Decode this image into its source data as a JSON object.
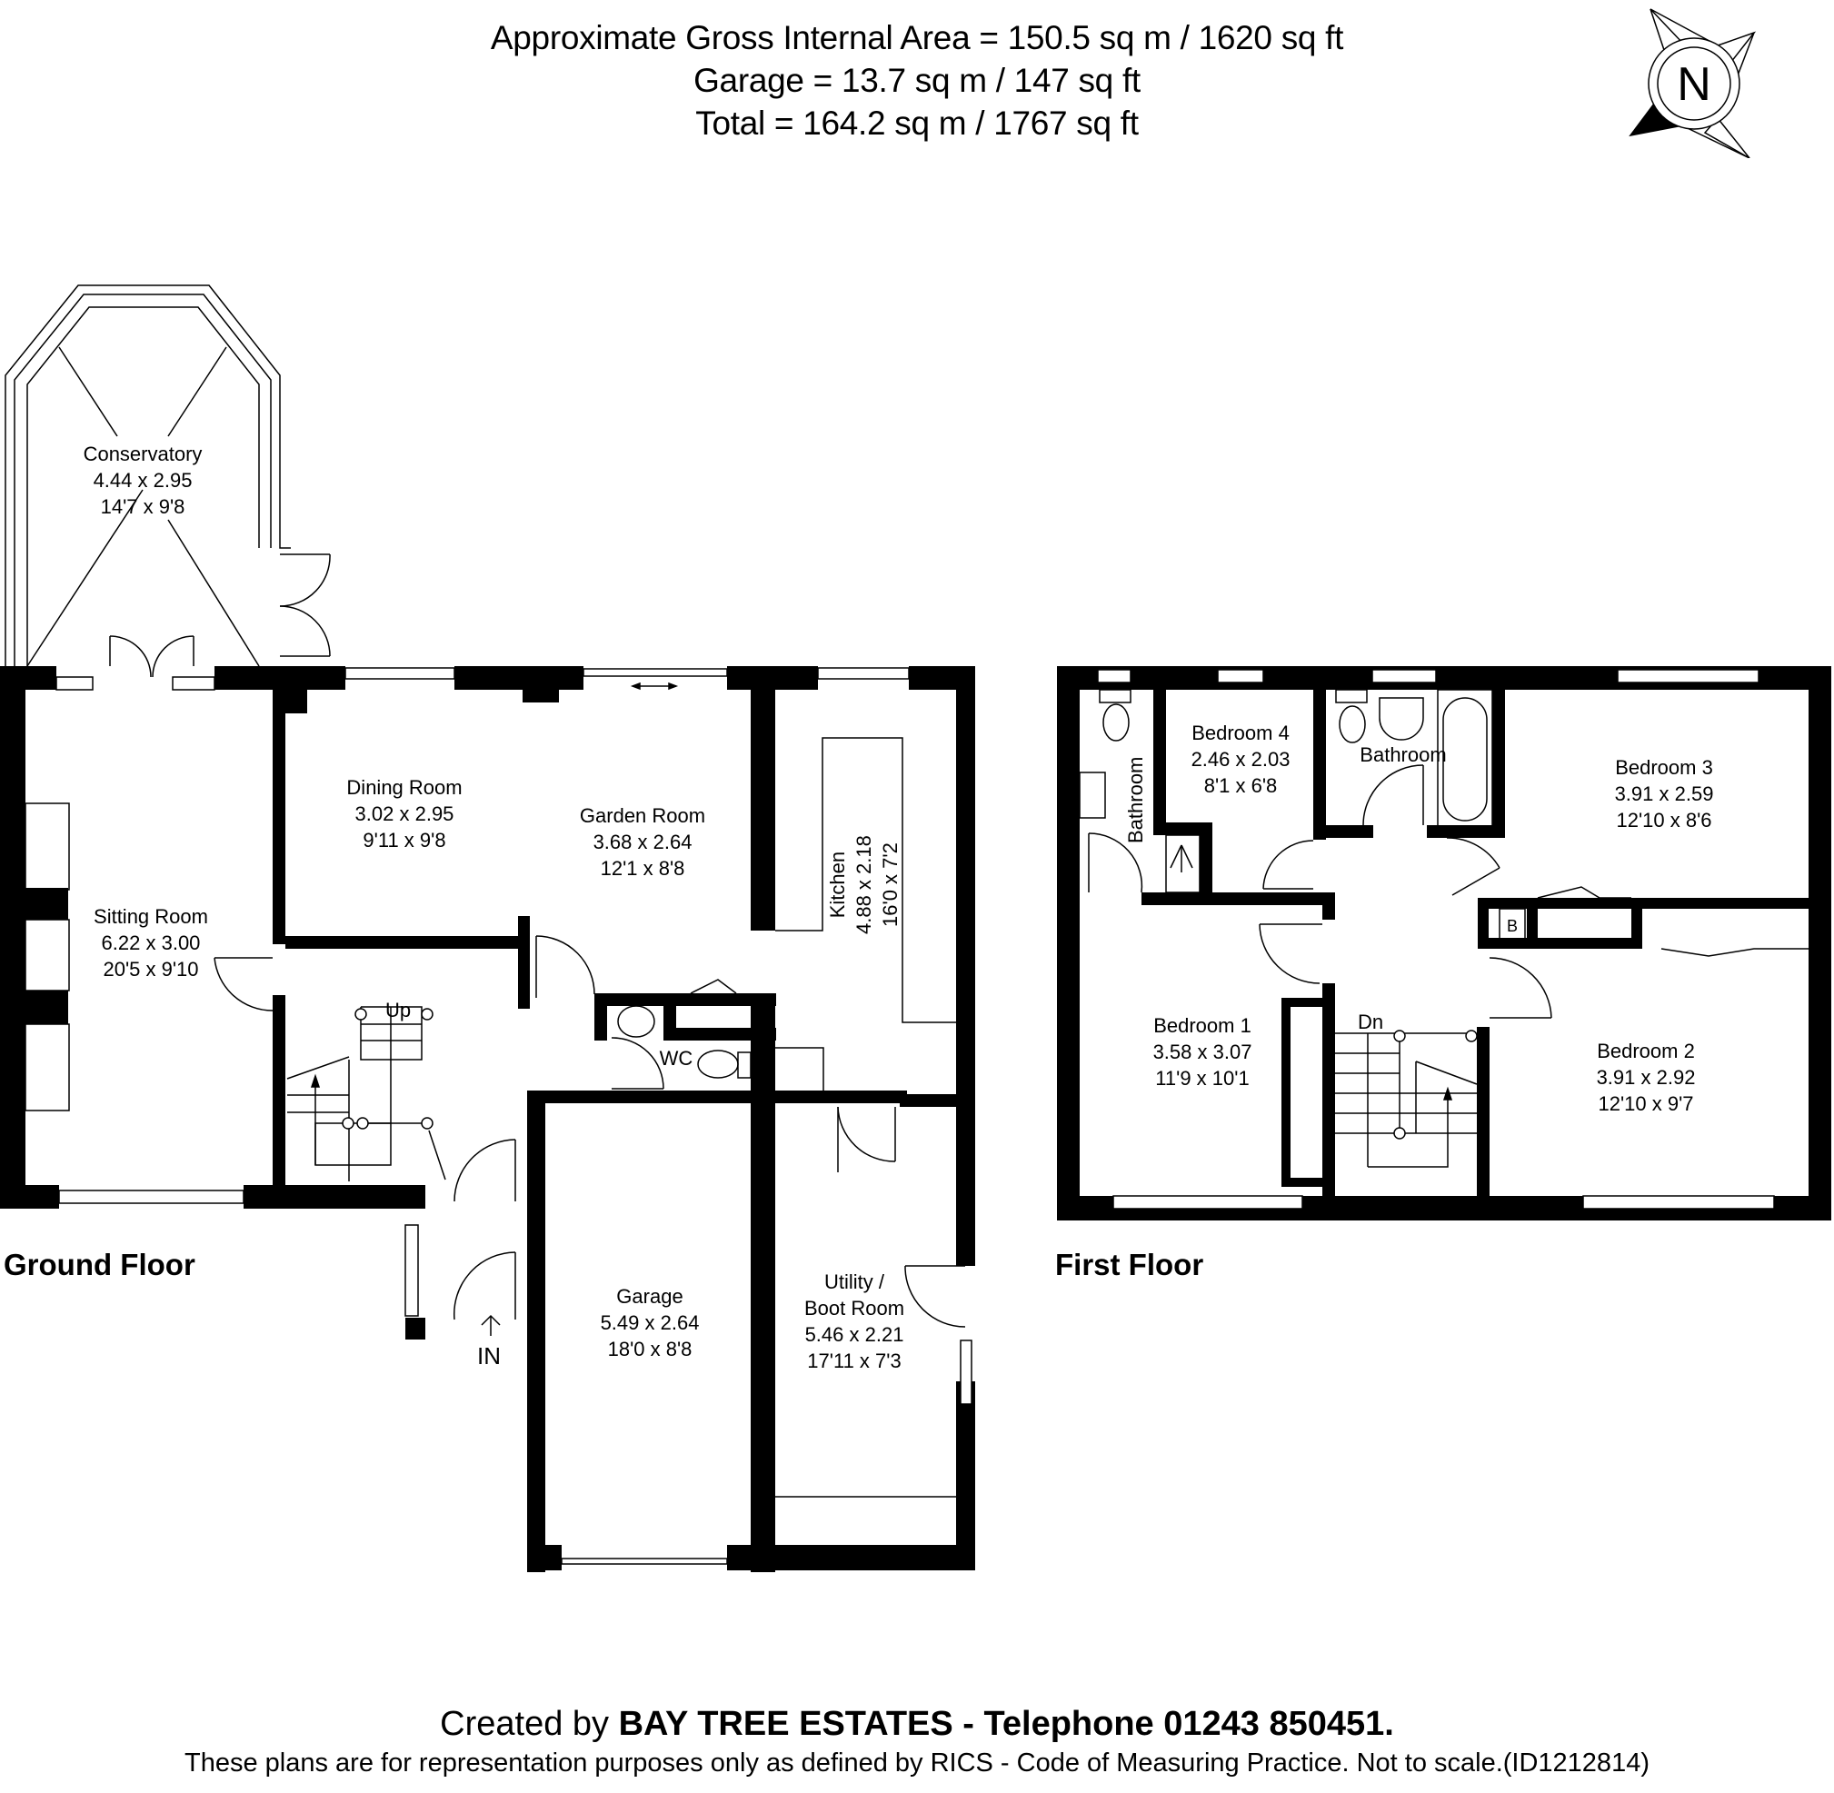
{
  "header": {
    "gross_internal_area": "Approximate Gross Internal Area = 150.5 sq m / 1620 sq ft",
    "garage_area": "Garage = 13.7 sq m / 147 sq ft",
    "total_area": "Total = 164.2 sq m / 1767 sq ft"
  },
  "compass": {
    "label": "N",
    "icon": "north-compass-icon"
  },
  "ground_floor": {
    "title": "Ground Floor",
    "rooms": [
      {
        "name": "Conservatory",
        "metric": "4.44 x 2.95",
        "imperial": "14'7 x 9'8"
      },
      {
        "name": "Sitting Room",
        "metric": "6.22 x 3.00",
        "imperial": "20'5 x 9'10"
      },
      {
        "name": "Dining Room",
        "metric": "3.02 x 2.95",
        "imperial": "9'11 x 9'8"
      },
      {
        "name": "Garden Room",
        "metric": "3.68 x 2.64",
        "imperial": "12'1 x 8'8"
      },
      {
        "name": "Kitchen",
        "metric": "4.88 x 2.18",
        "imperial": "16'0 x 7'2"
      },
      {
        "name": "Garage",
        "metric": "5.49 x 2.64",
        "imperial": "18'0 x 8'8"
      },
      {
        "name": "Utility /",
        "name2": "Boot Room",
        "metric": "5.46 x 2.21",
        "imperial": "17'11 x 7'3"
      }
    ],
    "labels": {
      "wc": "WC",
      "stairs_up": "Up",
      "entrance": "IN"
    }
  },
  "first_floor": {
    "title": "First Floor",
    "rooms": [
      {
        "name": "Bedroom 4",
        "metric": "2.46 x 2.03",
        "imperial": "8'1 x 6'8"
      },
      {
        "name": "Bedroom 3",
        "metric": "3.91 x 2.59",
        "imperial": "12'10 x 8'6"
      },
      {
        "name": "Bedroom 1",
        "metric": "3.58 x 3.07",
        "imperial": "11'9 x 10'1"
      },
      {
        "name": "Bedroom 2",
        "metric": "3.91 x 2.92",
        "imperial": "12'10 x 9'7"
      }
    ],
    "labels": {
      "ensuite_bathroom": "Bathroom",
      "bathroom": "Bathroom",
      "stairs_down": "Dn",
      "boiler": "B"
    }
  },
  "footer": {
    "created_by_prefix": "Created by",
    "company": "BAY TREE ESTATES - Telephone 01243 850451.",
    "disclaimer": "These plans are for representation purposes only as defined by RICS - Code of Measuring Practice. Not to scale.(ID1212814)"
  },
  "colors": {
    "wall": "#000000",
    "background": "#ffffff",
    "line": "#000000"
  }
}
